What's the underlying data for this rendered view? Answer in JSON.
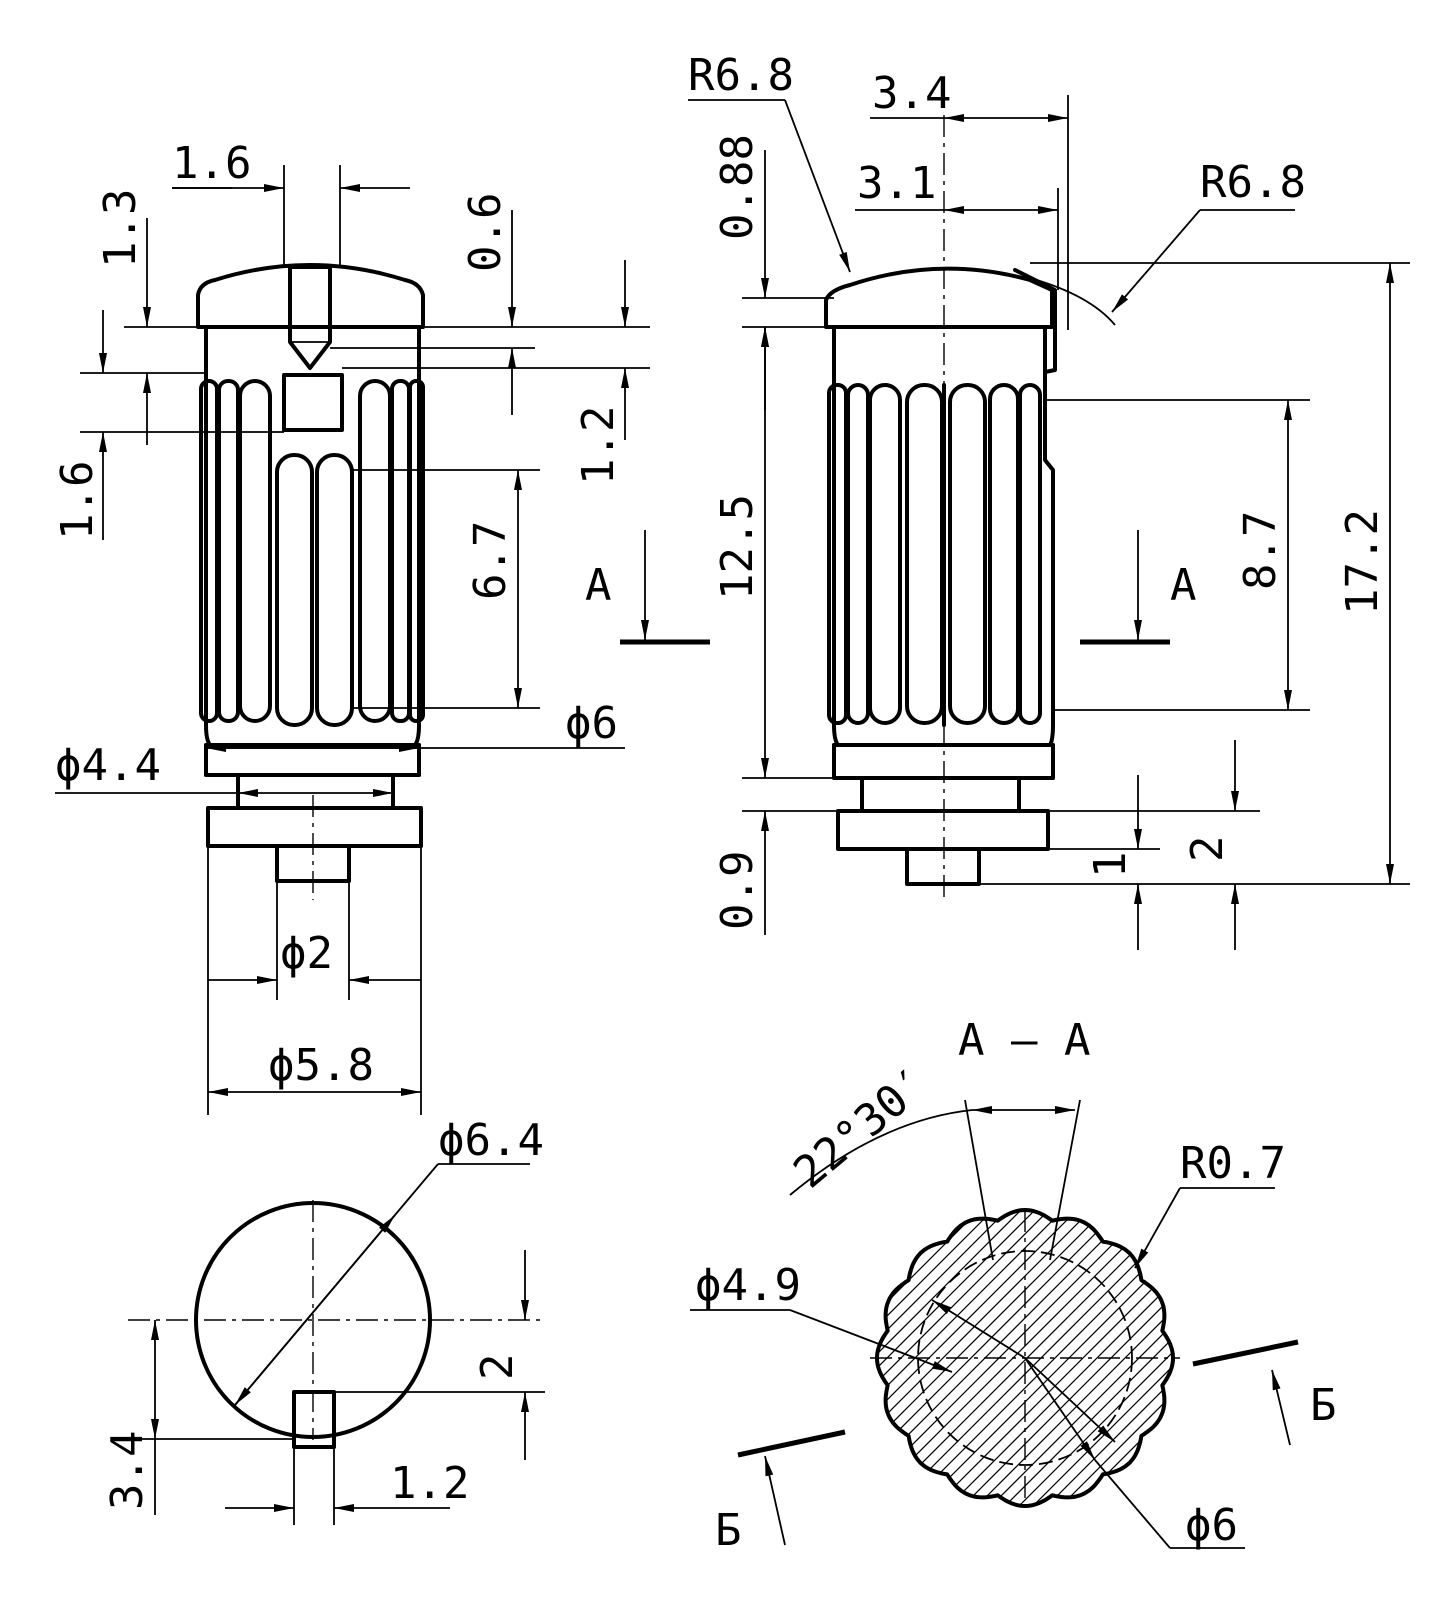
{
  "front_view": {
    "top_width": "1.6",
    "groove_1_3": "1.3",
    "cap_1_6": "1.6",
    "pin_0_6": "0.6",
    "dim_1_2": "1.2",
    "len_6_7": "6.7",
    "dia_6": "ϕ6",
    "dia_4_4": "ϕ4.4",
    "dia_2": "ϕ2",
    "dia_5_8": "ϕ5.8",
    "section_mark_a": "A"
  },
  "side_view": {
    "radius_top_left": "R6.8",
    "radius_top_right": "R6.8",
    "dim_3_4": "3.4",
    "dim_3_1": "3.1",
    "dim_0_88": "0.88",
    "dim_12_5": "12.5",
    "dim_8_7": "8.7",
    "dim_17_2": "17.2",
    "dim_0_9": "0.9",
    "dim_1": "1",
    "dim_2": "2",
    "section_mark_a": "A"
  },
  "bottom_view": {
    "dia_6_4": "ϕ6.4",
    "dim_2": "2",
    "dim_3_4": "3.4",
    "dim_1_2": "1.2"
  },
  "section_view": {
    "title": "A – A",
    "angle": "22°30′",
    "radius": "R0.7",
    "dia_4_9": "ϕ4.9",
    "dia_6": "ϕ6",
    "cut_mark_left": "Б",
    "cut_mark_right": "Б"
  }
}
